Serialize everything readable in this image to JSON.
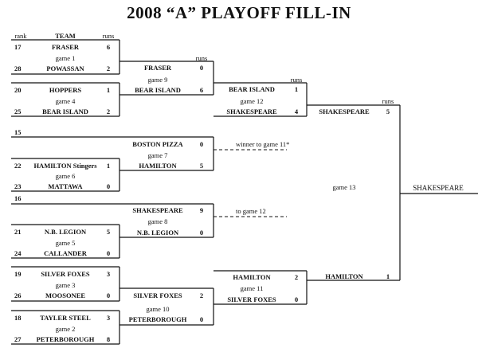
{
  "title": "2008 “A” PLAYOFF FILL-IN",
  "headers": {
    "rank": "rank",
    "team": "TEAM",
    "runs": "runs"
  },
  "round1": [
    {
      "rank": "17",
      "team": "FRASER",
      "score": "6"
    },
    {
      "game": "game 1"
    },
    {
      "rank": "28",
      "team": "POWASSAN",
      "score": "2"
    },
    {
      "rank": "20",
      "team": "HOPPERS",
      "score": "1"
    },
    {
      "game": "game 4"
    },
    {
      "rank": "25",
      "team": "BEAR ISLAND",
      "score": "2"
    },
    {
      "rank": "15"
    },
    {
      "rank": "22",
      "team": "HAMILTON Stingers",
      "score": "1"
    },
    {
      "game": "game 6"
    },
    {
      "rank": "23",
      "team": "MATTAWA",
      "score": "0"
    },
    {
      "rank": "16"
    },
    {
      "rank": "21",
      "team": "N.B. LEGION",
      "score": "5"
    },
    {
      "game": "game 5"
    },
    {
      "rank": "24",
      "team": "CALLANDER",
      "score": "0"
    },
    {
      "rank": "19",
      "team": "SILVER FOXES",
      "score": "3"
    },
    {
      "game": "game 3"
    },
    {
      "rank": "26",
      "team": "MOOSONEE",
      "score": "0"
    },
    {
      "rank": "18",
      "team": "TAYLER STEEL",
      "score": "3"
    },
    {
      "game": "game 2"
    },
    {
      "rank": "27",
      "team": "PETERBOROUGH",
      "score": "8"
    }
  ],
  "round2": {
    "runs_header": "runs",
    "game9": {
      "top": "FRASER",
      "top_score": "0",
      "label": "game 9",
      "bottom": "BEAR ISLAND",
      "bottom_score": "6"
    },
    "game7": {
      "top": "BOSTON PIZZA",
      "top_score": "0",
      "label": "game 7",
      "bottom": "HAMILTON",
      "bottom_score": "5",
      "note": "winner to game 11*"
    },
    "game8": {
      "top": "SHAKESPEARE",
      "top_score": "9",
      "label": "game 8",
      "bottom": "N.B. LEGION",
      "bottom_score": "0",
      "note": "to game 12"
    },
    "game10": {
      "top": "SILVER FOXES",
      "top_score": "2",
      "label": "game 10",
      "bottom": "PETERBOROUGH",
      "bottom_score": "0"
    }
  },
  "round3": {
    "runs_header": "runs",
    "game12": {
      "top": "BEAR ISLAND",
      "top_score": "1",
      "label": "game 12",
      "bottom": "SHAKESPEARE",
      "bottom_score": "4"
    },
    "game11": {
      "top": "HAMILTON",
      "top_score": "2",
      "label": "game 11",
      "bottom": "SILVER FOXES",
      "bottom_score": "0"
    }
  },
  "final": {
    "runs_header": "runs",
    "top": "SHAKESPEARE",
    "top_score": "5",
    "label": "game 13",
    "bottom": "HAMILTON",
    "bottom_score": "1",
    "champion": "SHAKESPEARE"
  }
}
